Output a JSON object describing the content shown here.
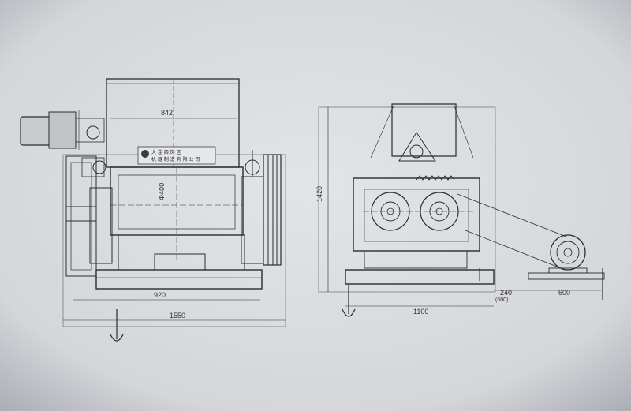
{
  "colors": {
    "paper": "#dcdee2",
    "ink": "#2a2c30",
    "light_ink": "#5a5d63"
  },
  "front_view": {
    "dim_top": "842",
    "dim_roll_dia": "Φ400",
    "dim_inner_width": "920",
    "dim_overall_width": "1550"
  },
  "side_view": {
    "dim_height": "1420",
    "dim_base_length": "1100",
    "dim_motor_offset": "240",
    "dim_motor_offset_alt": "(600)",
    "dim_motor_base": "600"
  },
  "nameplate": {
    "line1": "大 连 西 岗 区",
    "line2": "机 器 制 造 有 限 公 司",
    "logo_icon": "company-logo-icon"
  }
}
